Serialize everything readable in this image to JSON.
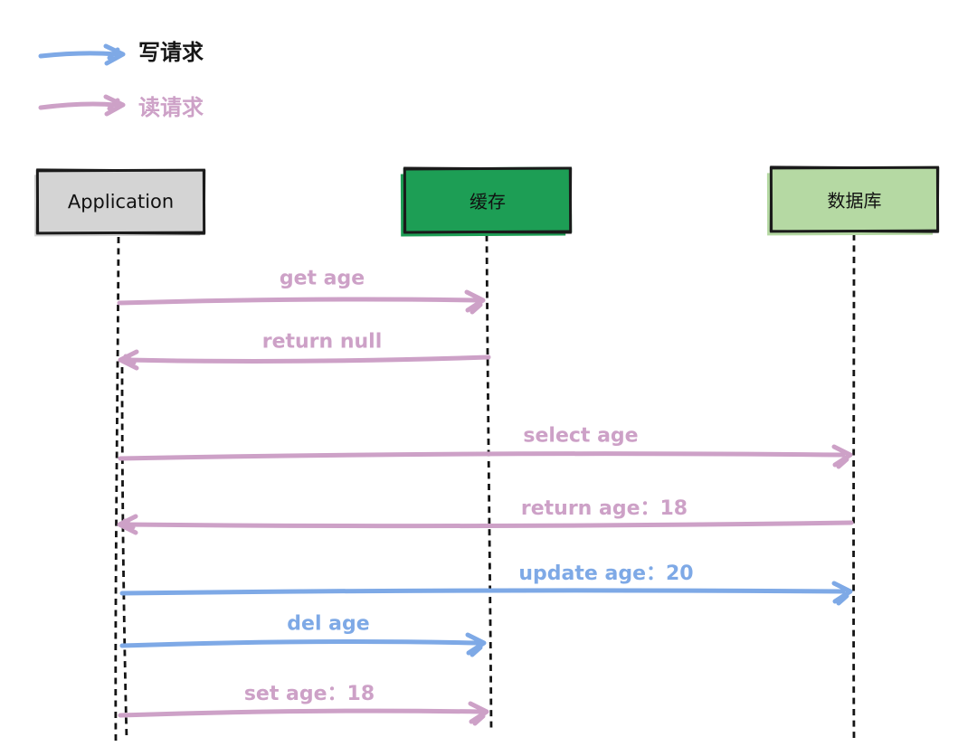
{
  "diagram_title": "cache-read-write-sequence",
  "legend": {
    "items": [
      {
        "id": "write",
        "label": "写请求",
        "arrow_color": "#7ea9e6",
        "text_color": "#161616"
      },
      {
        "id": "read",
        "label": "读请求",
        "arrow_color": "#cda1c7",
        "text_color": "#cda1c7"
      }
    ]
  },
  "actors": [
    {
      "id": "application",
      "label": "Application",
      "fill": "#d4d4d4"
    },
    {
      "id": "cache",
      "label": "缓存",
      "fill": "#1d9e55"
    },
    {
      "id": "database",
      "label": "数据库",
      "fill": "#b5d9a3"
    }
  ],
  "messages": [
    {
      "label": "get age",
      "from": "application",
      "to": "cache",
      "type": "read"
    },
    {
      "label": "return null",
      "from": "cache",
      "to": "application",
      "type": "read"
    },
    {
      "label": "select age",
      "from": "application",
      "to": "database",
      "type": "read"
    },
    {
      "label": "return age：18",
      "from": "database",
      "to": "application",
      "type": "read"
    },
    {
      "label": "update age：20",
      "from": "application",
      "to": "database",
      "type": "write"
    },
    {
      "label": "del age",
      "from": "application",
      "to": "cache",
      "type": "write"
    },
    {
      "label": "set age：18",
      "from": "application",
      "to": "cache",
      "type": "read"
    }
  ],
  "colors": {
    "read_arrow": "#cda1c7",
    "write_arrow": "#7ea9e6",
    "lifeline": "#141414",
    "actor_border": "#1b1b1b"
  }
}
